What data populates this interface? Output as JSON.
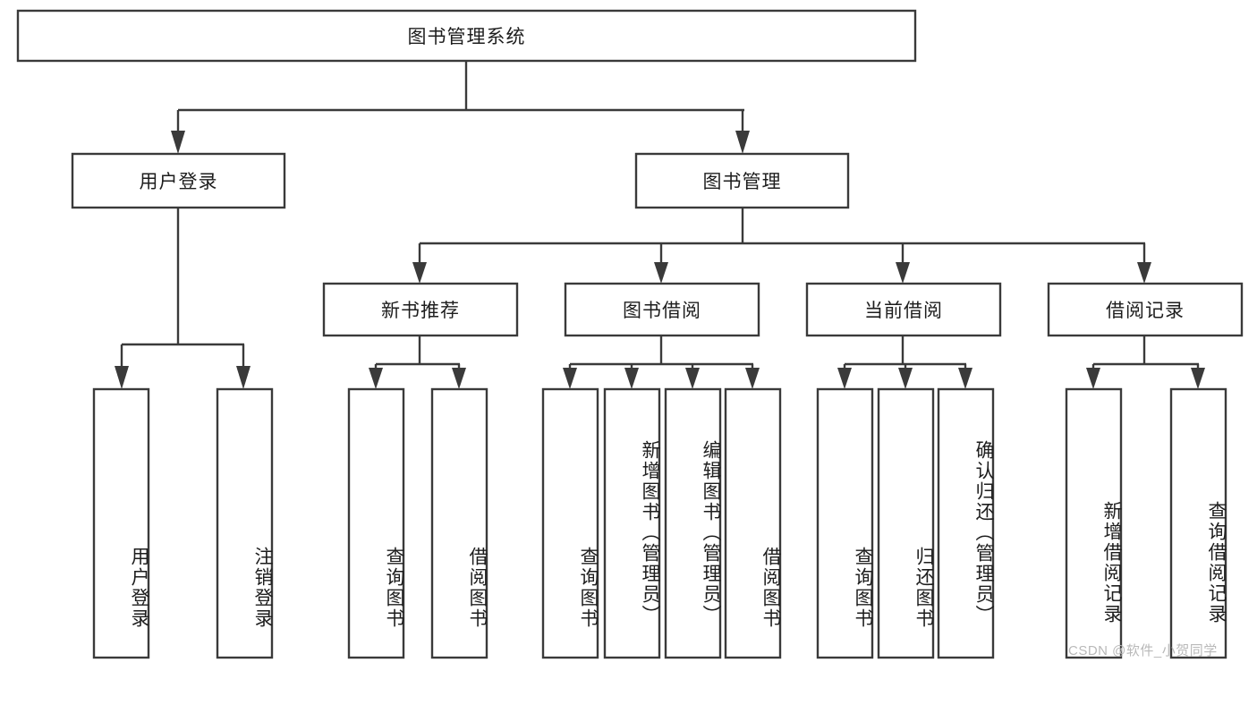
{
  "diagram": {
    "type": "tree-hierarchy",
    "title_node": {
      "id": "root",
      "label": "图书管理系统"
    },
    "levels": [
      {
        "level": 1,
        "nodes": [
          {
            "id": "l1-0",
            "label": "用户登录",
            "parent": "root"
          },
          {
            "id": "l1-1",
            "label": "图书管理",
            "parent": "root"
          }
        ]
      },
      {
        "level": 2,
        "nodes": [
          {
            "id": "l2-0",
            "label": "新书推荐",
            "parent": "l1-1"
          },
          {
            "id": "l2-1",
            "label": "图书借阅",
            "parent": "l1-1"
          },
          {
            "id": "l2-2",
            "label": "当前借阅",
            "parent": "l1-1"
          },
          {
            "id": "l2-3",
            "label": "借阅记录",
            "parent": "l1-1"
          }
        ]
      },
      {
        "level": 3,
        "nodes": [
          {
            "id": "l3-0",
            "label": "用户登录",
            "parent": "l1-0"
          },
          {
            "id": "l3-1",
            "label": "注销登录",
            "parent": "l1-0"
          },
          {
            "id": "l3-2",
            "label": "查询图书",
            "parent": "l2-0"
          },
          {
            "id": "l3-3",
            "label": "借阅图书",
            "parent": "l2-0"
          },
          {
            "id": "l3-4",
            "label": "查询图书",
            "parent": "l2-1"
          },
          {
            "id": "l3-5",
            "label": "新增图书（管理员）",
            "parent": "l2-1"
          },
          {
            "id": "l3-6",
            "label": "编辑图书（管理员）",
            "parent": "l2-1"
          },
          {
            "id": "l3-7",
            "label": "借阅图书",
            "parent": "l2-1"
          },
          {
            "id": "l3-8",
            "label": "查询图书",
            "parent": "l2-2"
          },
          {
            "id": "l3-9",
            "label": "归还图书",
            "parent": "l2-2"
          },
          {
            "id": "l3-10",
            "label": "确认归还（管理员）",
            "parent": "l2-2"
          },
          {
            "id": "l3-11",
            "label": "新增借阅记录",
            "parent": "l2-3"
          },
          {
            "id": "l3-12",
            "label": "查询借阅记录",
            "parent": "l2-3"
          }
        ]
      }
    ]
  },
  "watermark": {
    "text": "CSDN @软件_小贺同学"
  },
  "colors": {
    "stroke": "#3a3a3a",
    "fill": "#ffffff",
    "text": "#1d1d1d",
    "watermark": "#b9b9b9",
    "background": "#ffffff"
  }
}
